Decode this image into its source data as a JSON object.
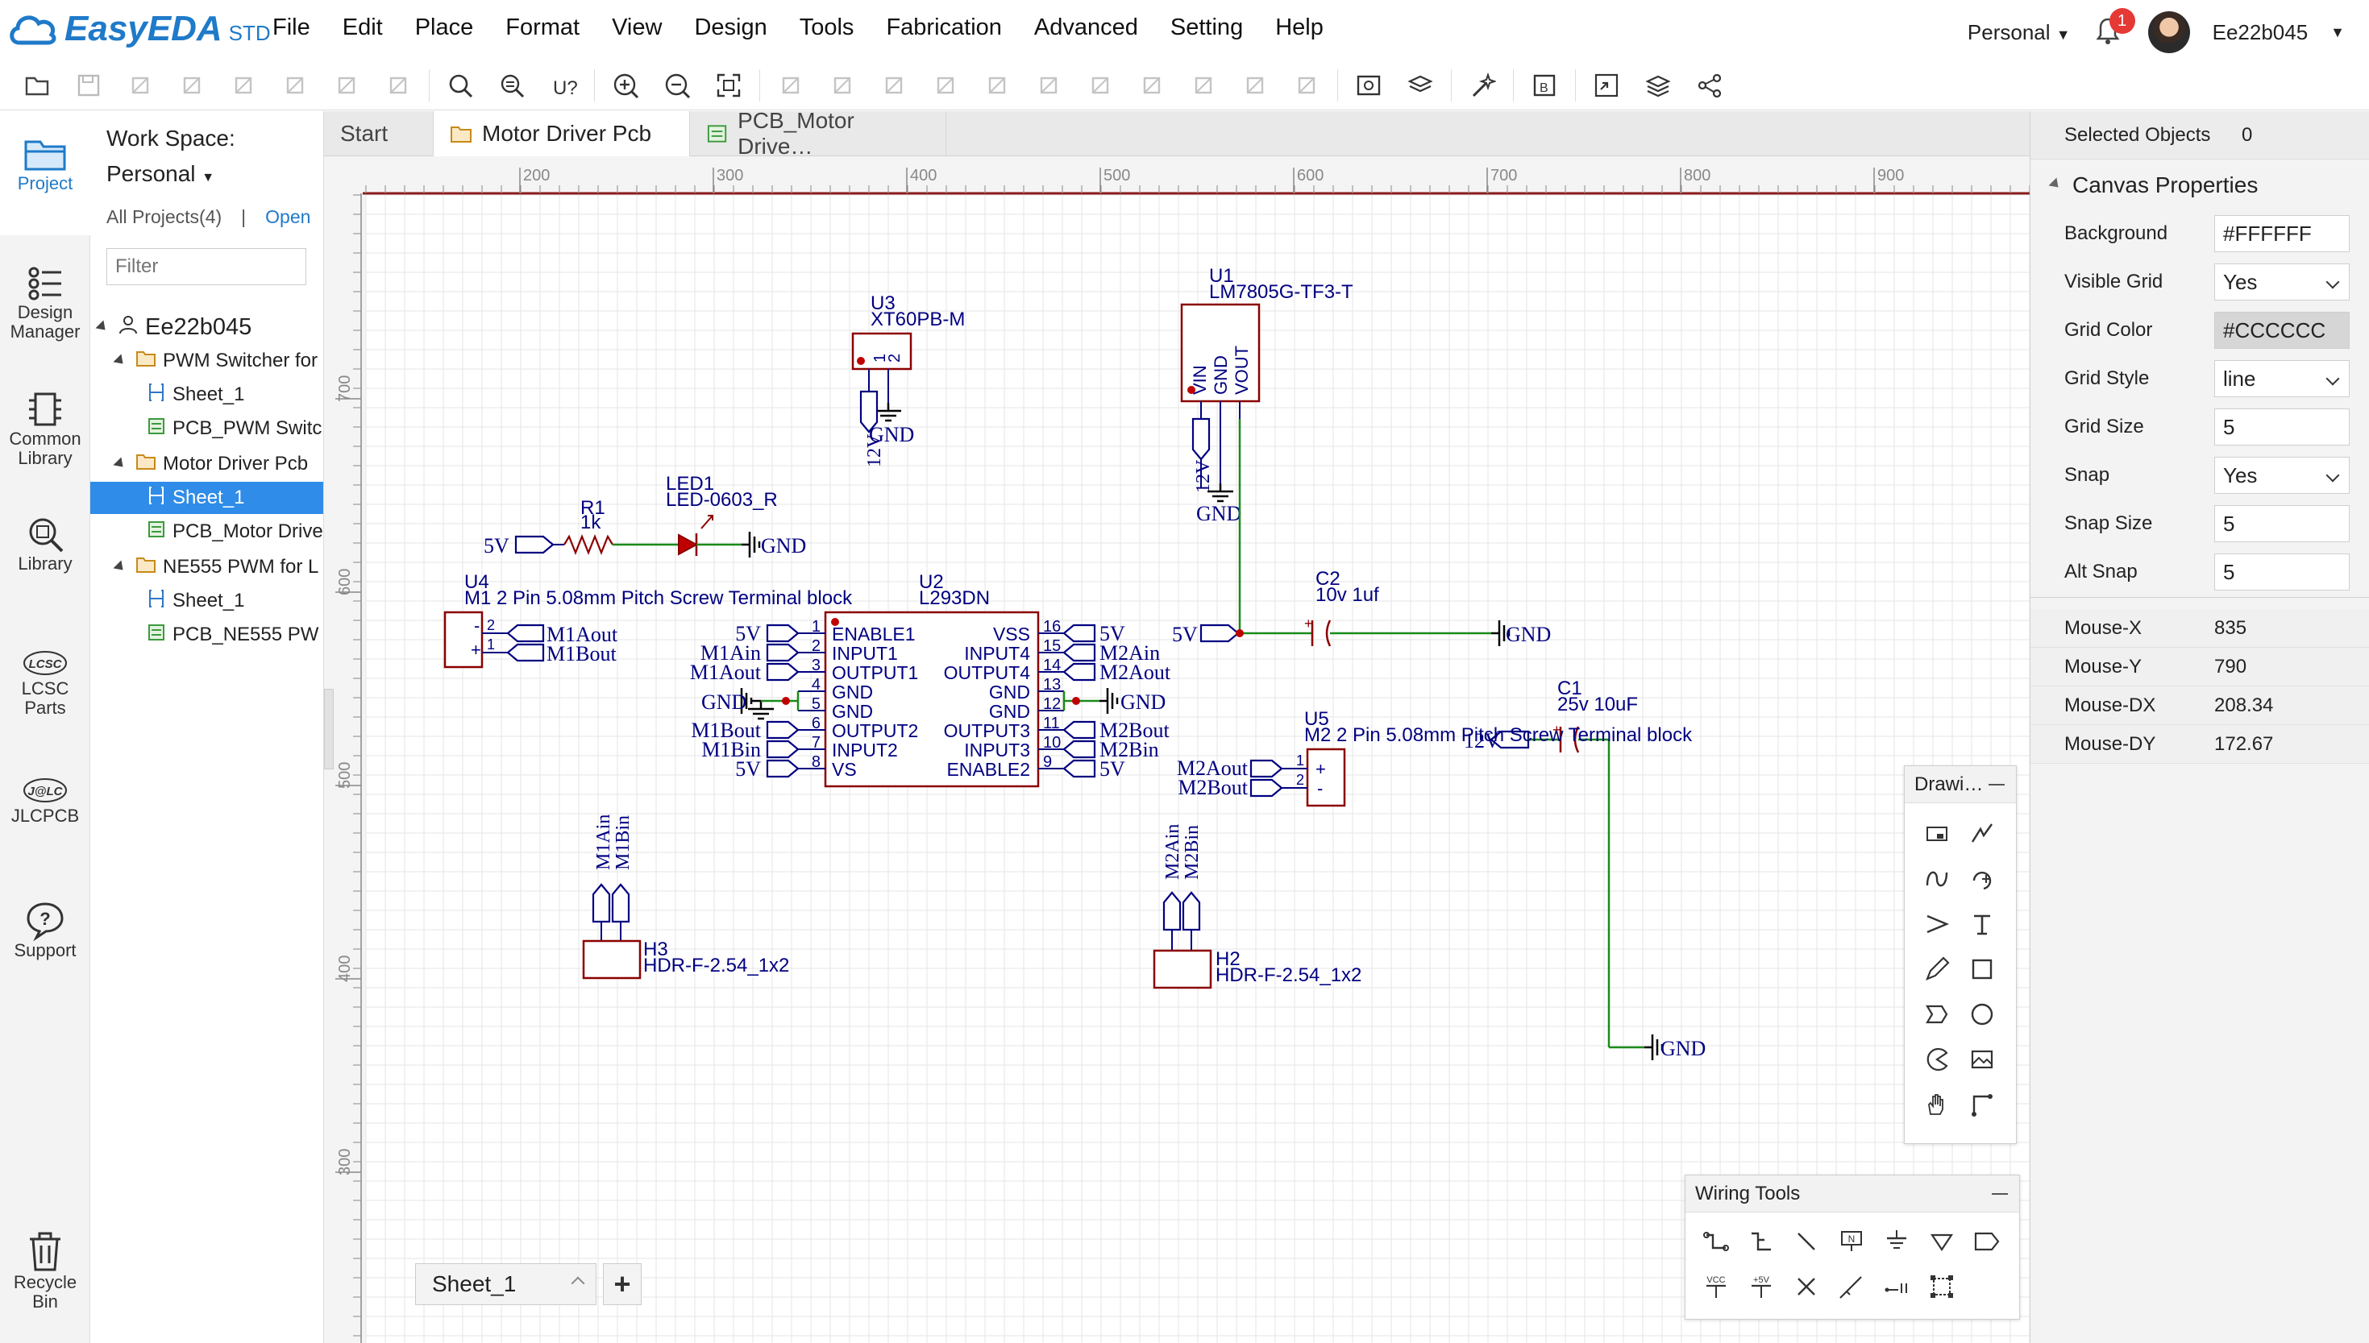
{
  "app": {
    "brand": "EasyEDA",
    "edition": "STD",
    "accent": "#1f7ac9"
  },
  "menu": [
    "File",
    "Edit",
    "Place",
    "Format",
    "View",
    "Design",
    "Tools",
    "Fabrication",
    "Advanced",
    "Setting",
    "Help"
  ],
  "user": {
    "workspace": "Personal",
    "notifications": "1",
    "name": "Ee22b045"
  },
  "toolbar_icons": [
    "folder-icon",
    "save-icon",
    "undo-icon",
    "redo-icon",
    "copy-icon",
    "paste-icon",
    "cut-icon",
    "delete-icon",
    "search-icon",
    "find-similar-icon",
    "find-parts-icon",
    "zoom-in-icon",
    "zoom-out-icon",
    "fit-view-icon",
    "rotate-icon",
    "flip-h-icon",
    "flip-v-icon",
    "align-left-icon",
    "align-right-icon",
    "align-top-icon",
    "align-bottom-icon",
    "align-center-icon",
    "grid-align-icon",
    "distribute-h-icon",
    "distribute-v-icon",
    "image-export-icon",
    "bom-icon",
    "magic-icon",
    "board-icon",
    "convert-pcb-icon",
    "layers-icon",
    "share-icon"
  ],
  "left_rail": [
    {
      "label": "Project",
      "icon": "project-folder-icon"
    },
    {
      "label": "Design Manager",
      "icon": "design-manager-icon"
    },
    {
      "label": "Common Library",
      "icon": "common-library-icon"
    },
    {
      "label": "Library",
      "icon": "library-search-icon"
    },
    {
      "label": "LCSC Parts",
      "icon": "lcsc-icon"
    },
    {
      "label": "JLCPCB",
      "icon": "jlcpcb-icon"
    },
    {
      "label": "Support",
      "icon": "support-icon"
    },
    {
      "label": "Recycle Bin",
      "icon": "recycle-bin-icon"
    }
  ],
  "project_panel": {
    "workspace_label": "Work Space:",
    "workspace_value": "Personal",
    "all_projects": "All Projects(4)",
    "separator": "|",
    "open_link": "Open",
    "filter_placeholder": "Filter",
    "tree": [
      {
        "label": "Ee22b045",
        "type": "user",
        "level": 0
      },
      {
        "label": "PWM Switcher for",
        "type": "folder",
        "level": 1
      },
      {
        "label": "Sheet_1",
        "type": "sheet",
        "level": 2
      },
      {
        "label": "PCB_PWM Switc",
        "type": "pcb",
        "level": 2
      },
      {
        "label": "Motor Driver Pcb",
        "type": "folder",
        "level": 1
      },
      {
        "label": "Sheet_1",
        "type": "sheet",
        "level": 2,
        "selected": true
      },
      {
        "label": "PCB_Motor Drive",
        "type": "pcb",
        "level": 2
      },
      {
        "label": "NE555 PWM for L",
        "type": "folder",
        "level": 1
      },
      {
        "label": "Sheet_1",
        "type": "sheet",
        "level": 2
      },
      {
        "label": "PCB_NE555 PW",
        "type": "pcb",
        "level": 2
      }
    ]
  },
  "tabs": [
    {
      "label": "Start",
      "active": false
    },
    {
      "label": "Motor Driver Pcb",
      "active": true
    },
    {
      "label": "PCB_Motor Drive…",
      "active": false
    }
  ],
  "ruler": {
    "top": [
      "200",
      "300",
      "400",
      "500",
      "600",
      "700",
      "800",
      "900"
    ],
    "left": [
      "700",
      "600",
      "500",
      "400",
      "300"
    ]
  },
  "schematic": {
    "colors": {
      "wire": "#1a8a1a",
      "pin": "#000080",
      "body": "#8b0000",
      "text": "#000080",
      "net": "#000000"
    },
    "texts": [
      {
        "t": "U3"
      },
      {
        "t": "XT60PB-M"
      },
      {
        "t": "GND"
      },
      {
        "t": "12V"
      },
      {
        "t": "U1"
      },
      {
        "t": "LM7805G-TF3-T"
      },
      {
        "t": "VIN"
      },
      {
        "t": "GND"
      },
      {
        "t": "VOUT"
      },
      {
        "t": "12V"
      },
      {
        "t": "GND"
      },
      {
        "t": "LED1"
      },
      {
        "t": "LED-0603_R"
      },
      {
        "t": "R1"
      },
      {
        "t": "1k"
      },
      {
        "t": "5V"
      },
      {
        "t": "GND"
      },
      {
        "t": "U4"
      },
      {
        "t": "M1 2 Pin 5.08mm Pitch Screw Terminal block"
      },
      {
        "t": "M1Aout"
      },
      {
        "t": "M1Bout"
      },
      {
        "t": "U2"
      },
      {
        "t": "L293DN"
      },
      {
        "t": "ENABLE1"
      },
      {
        "t": "INPUT1"
      },
      {
        "t": "OUTPUT1"
      },
      {
        "t": "GND"
      },
      {
        "t": "GND"
      },
      {
        "t": "OUTPUT2"
      },
      {
        "t": "INPUT2"
      },
      {
        "t": "VS"
      },
      {
        "t": "VSS"
      },
      {
        "t": "INPUT4"
      },
      {
        "t": "OUTPUT4"
      },
      {
        "t": "GND"
      },
      {
        "t": "GND"
      },
      {
        "t": "OUTPUT3"
      },
      {
        "t": "INPUT3"
      },
      {
        "t": "ENABLE2"
      },
      {
        "t": "5V"
      },
      {
        "t": "M1Ain"
      },
      {
        "t": "M1Aout"
      },
      {
        "t": "GND"
      },
      {
        "t": "M1Bout"
      },
      {
        "t": "M1Bin"
      },
      {
        "t": "5V"
      },
      {
        "t": "5V"
      },
      {
        "t": "M2Ain"
      },
      {
        "t": "M2Aout"
      },
      {
        "t": "GND"
      },
      {
        "t": "M2Bout"
      },
      {
        "t": "M2Bin"
      },
      {
        "t": "5V"
      },
      {
        "t": "C2"
      },
      {
        "t": "10v 1uf"
      },
      {
        "t": "5V"
      },
      {
        "t": "GND"
      },
      {
        "t": "C1"
      },
      {
        "t": "25v 10uF"
      },
      {
        "t": "12V"
      },
      {
        "t": "GND"
      },
      {
        "t": "U5"
      },
      {
        "t": "M2 2 Pin 5.08mm Pitch Screw Terminal block"
      },
      {
        "t": "M2Aout"
      },
      {
        "t": "M2Bout"
      },
      {
        "t": "M1Ain"
      },
      {
        "t": "M1Bin"
      },
      {
        "t": "H3"
      },
      {
        "t": "HDR-F-2.54_1x2"
      },
      {
        "t": "M2Ain"
      },
      {
        "t": "M2Bin"
      },
      {
        "t": "H2"
      },
      {
        "t": "HDR-F-2.54_1x2"
      }
    ]
  },
  "drawing_tools": {
    "title": "Drawi…",
    "icons": [
      "bus-entry-icon",
      "wire-zigzag-icon",
      "bezier-icon",
      "arc-icon",
      "arrow-icon",
      "text-icon",
      "freehand-icon",
      "rectangle-icon",
      "polygon-icon",
      "circle-icon",
      "pie-icon",
      "image-icon",
      "pan-hand-icon",
      "drag-icon"
    ]
  },
  "wiring_tools": {
    "title": "Wiring Tools",
    "icons": [
      "wire-icon",
      "bus-icon",
      "line-icon",
      "netlabel-icon",
      "gnd-icon",
      "netflag-icon",
      "netport-icon",
      "vcc-icon",
      "plus5v-icon",
      "no-connect-icon",
      "probe-icon",
      "pin-icon",
      "group-icon"
    ],
    "vcc_text": "VCC",
    "plus5v_text": "+5V",
    "net_text": "N"
  },
  "sheet_tab": {
    "label": "Sheet_1",
    "add": "+"
  },
  "right_panel": {
    "selected_label": "Selected Objects",
    "selected_count": "0",
    "section": "Canvas Properties",
    "props": [
      {
        "label": "Background",
        "value": "#FFFFFF",
        "kind": "input"
      },
      {
        "label": "Visible Grid",
        "value": "Yes",
        "kind": "select"
      },
      {
        "label": "Grid Color",
        "value": "#CCCCCC",
        "kind": "color"
      },
      {
        "label": "Grid Style",
        "value": "line",
        "kind": "select"
      },
      {
        "label": "Grid Size",
        "value": "5",
        "kind": "input"
      },
      {
        "label": "Snap",
        "value": "Yes",
        "kind": "select"
      },
      {
        "label": "Snap Size",
        "value": "5",
        "kind": "input"
      },
      {
        "label": "Alt Snap",
        "value": "5",
        "kind": "input"
      }
    ],
    "mouse": [
      {
        "label": "Mouse-X",
        "value": "835"
      },
      {
        "label": "Mouse-Y",
        "value": "790"
      },
      {
        "label": "Mouse-DX",
        "value": "208.34"
      },
      {
        "label": "Mouse-DY",
        "value": "172.67"
      }
    ]
  }
}
